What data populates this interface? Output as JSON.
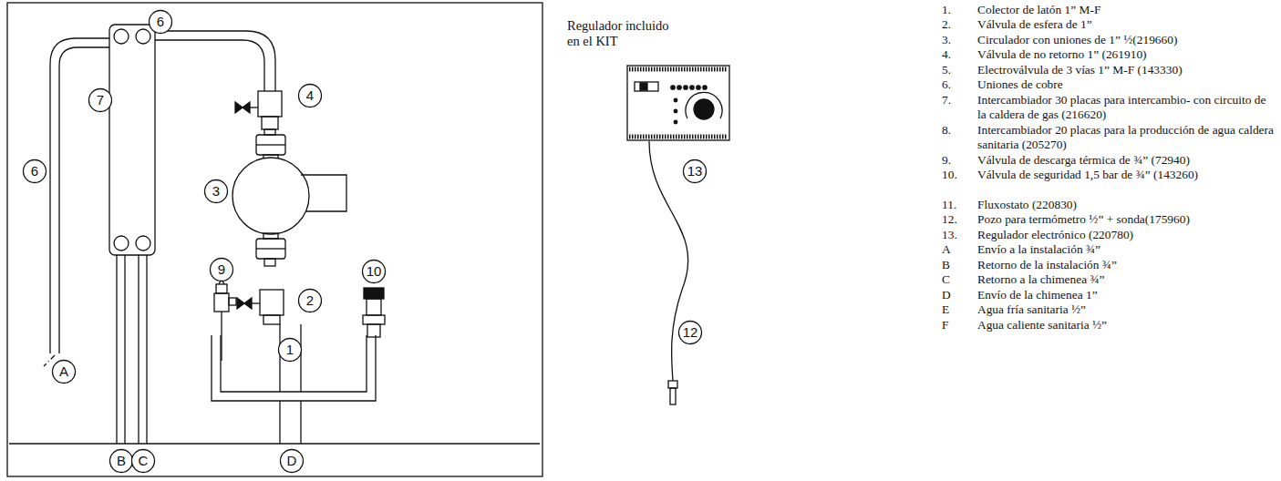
{
  "diagram": {
    "labels": [
      "6",
      "7",
      "6",
      "4",
      "3",
      "9",
      "10",
      "2",
      "1",
      "A",
      "B",
      "C",
      "D",
      "Regulador incluido en el KIT",
      "13",
      "12",
      "1.",
      "Colector de latón 1” M-F",
      "2.",
      "Válvula de esfera de 1”",
      "3.",
      "Circulador con uniones de 1” ½(219660)",
      "4.",
      "Válvula de no retorno 1” (261910)",
      "5.",
      "Electroválvula de 3 vías 1” M-F (143330)",
      "6.",
      "Uniones de cobre",
      "7.",
      "Intercambiador 30 placas para intercambio- con circuito de la caldera de gas (216620)",
      "8.",
      "Intercambiador 20 placas para la producción de agua caldera sanitaria (205270)",
      "9.",
      "Válvula de descarga térmica de ¾” (72940)",
      "10.",
      "Válvula de seguridad 1,5 bar de ¾” (143260)",
      "11.",
      "Fluxostato (220830)",
      "12.",
      "Pozo para termómetro ½” + sonda(175960)",
      "13.",
      "Regulador electrónico (220780)",
      "A",
      "Envío a la instalación ¾”",
      "B",
      "Retorno de la instalación ¾”",
      "C",
      "Retorno a la chimenea ¾”",
      "D",
      "Envío de la chimenea 1”",
      "E",
      "Agua fría sanitaria ½”",
      "F",
      "Agua caliente sanitaria ½”"
    ]
  }
}
